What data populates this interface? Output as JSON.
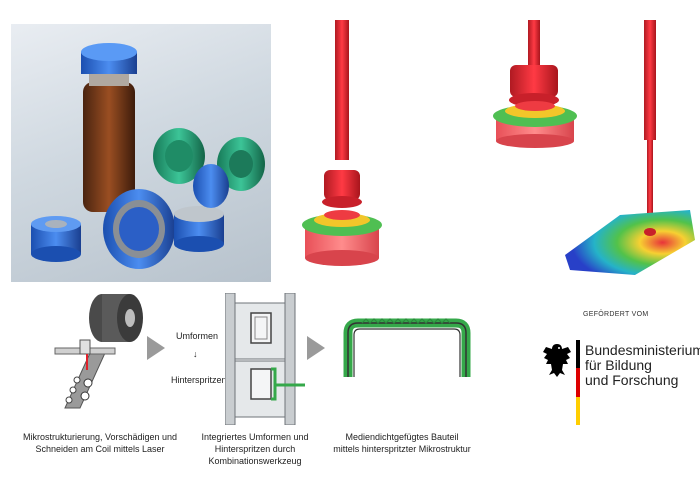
{
  "process": {
    "umformen_label": "Umformen",
    "hinterspritzen_label": "Hinterspritzen",
    "arrow_glyph": "↓",
    "step1_caption": "Mikrostrukturierung, Vorschädigen und Schneiden am Coil mittels Laser",
    "step2_caption": "Integriertes Umformen und Hinterspritzen durch Kombinationswerkzeug",
    "step3_caption": "Mediendichtgefügtes Bauteil mittels hinterspritzter Mikrostruktur"
  },
  "funding": {
    "label": "GEFÖRDERT VOM",
    "ministry_name": "Bundesministerium\nfür Bildung\nund Forschung"
  },
  "colors": {
    "cap_blue": "#2f6fd6",
    "cap_green": "#2aa07a",
    "sim_red": "#e8333a",
    "mould_grey": "#d7dbde",
    "seal_green": "#35a84a",
    "flag_black": "#000000",
    "flag_red": "#dd0000",
    "flag_gold": "#ffce00"
  }
}
